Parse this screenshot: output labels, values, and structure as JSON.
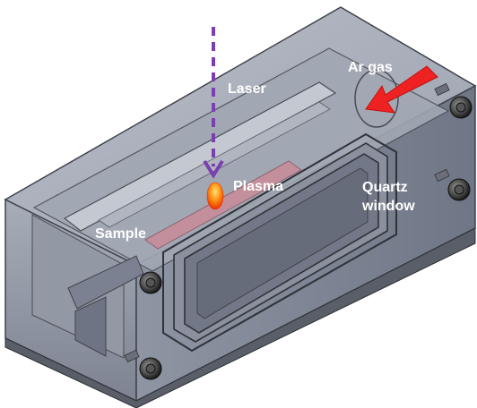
{
  "labels": {
    "laser": "Laser",
    "ar_gas": "Ar gas",
    "plasma": "Plasma",
    "quartz_line1": "Quartz",
    "quartz_line2": "window",
    "sample": "Sample"
  },
  "colors": {
    "laser_beam": "#7a3fb0",
    "gas_arrow": "#ee2222",
    "plasma_core": "#ff9a1a",
    "plasma_edge": "#e83000",
    "box_face": "#8d94a3",
    "box_edge": "#3f434c",
    "base_plate": "#5a5e68",
    "label_text": "#ffffff"
  },
  "icons": {
    "laser_arrow": "dashed-down-arrow",
    "gas_arrow": "block-arrow-left-down",
    "screws": "hex-bolt"
  }
}
